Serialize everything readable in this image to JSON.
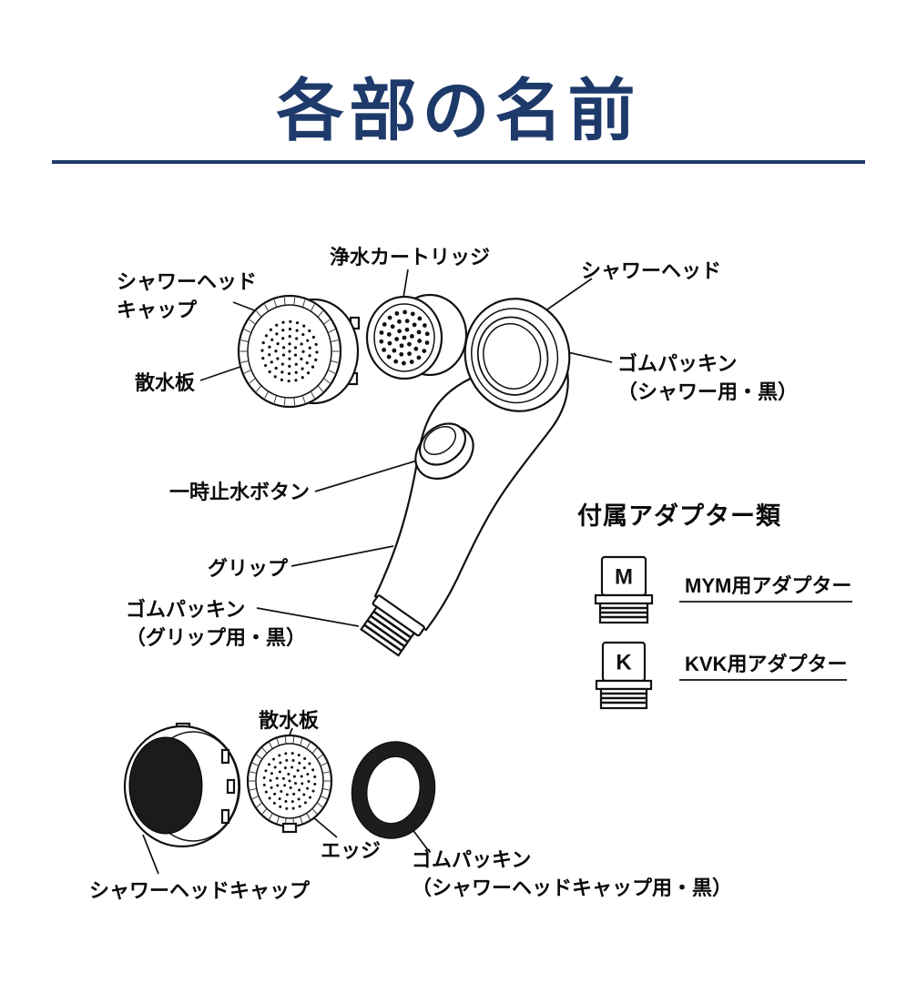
{
  "page": {
    "title": "各部の名前"
  },
  "labels": {
    "shower_head_cap": "シャワーヘッド\nキャップ",
    "purifier_cartridge": "浄水カートリッジ",
    "shower_head": "シャワーヘッド",
    "spray_plate": "散水板",
    "rubber_packing_shower": "ゴムパッキン\n（シャワー用・黒）",
    "pause_button": "一時止水ボタン",
    "grip": "グリップ",
    "rubber_packing_grip": "ゴムパッキン\n（グリップ用・黒）"
  },
  "adapters": {
    "heading": "付属アダプター類",
    "items": [
      {
        "letter": "M",
        "label": "MYM用アダプター"
      },
      {
        "letter": "K",
        "label": "KVK用アダプター"
      }
    ]
  },
  "bottom": {
    "spray_plate": "散水板",
    "edge": "エッジ",
    "shower_head_cap": "シャワーヘッドキャップ",
    "rubber_packing_cap": "ゴムパッキン\n（シャワーヘッドキャップ用・黒）"
  },
  "colors": {
    "heading_navy": "#1e3a6b",
    "line_black": "#111111",
    "rubber_dark": "#1d1d1d"
  }
}
